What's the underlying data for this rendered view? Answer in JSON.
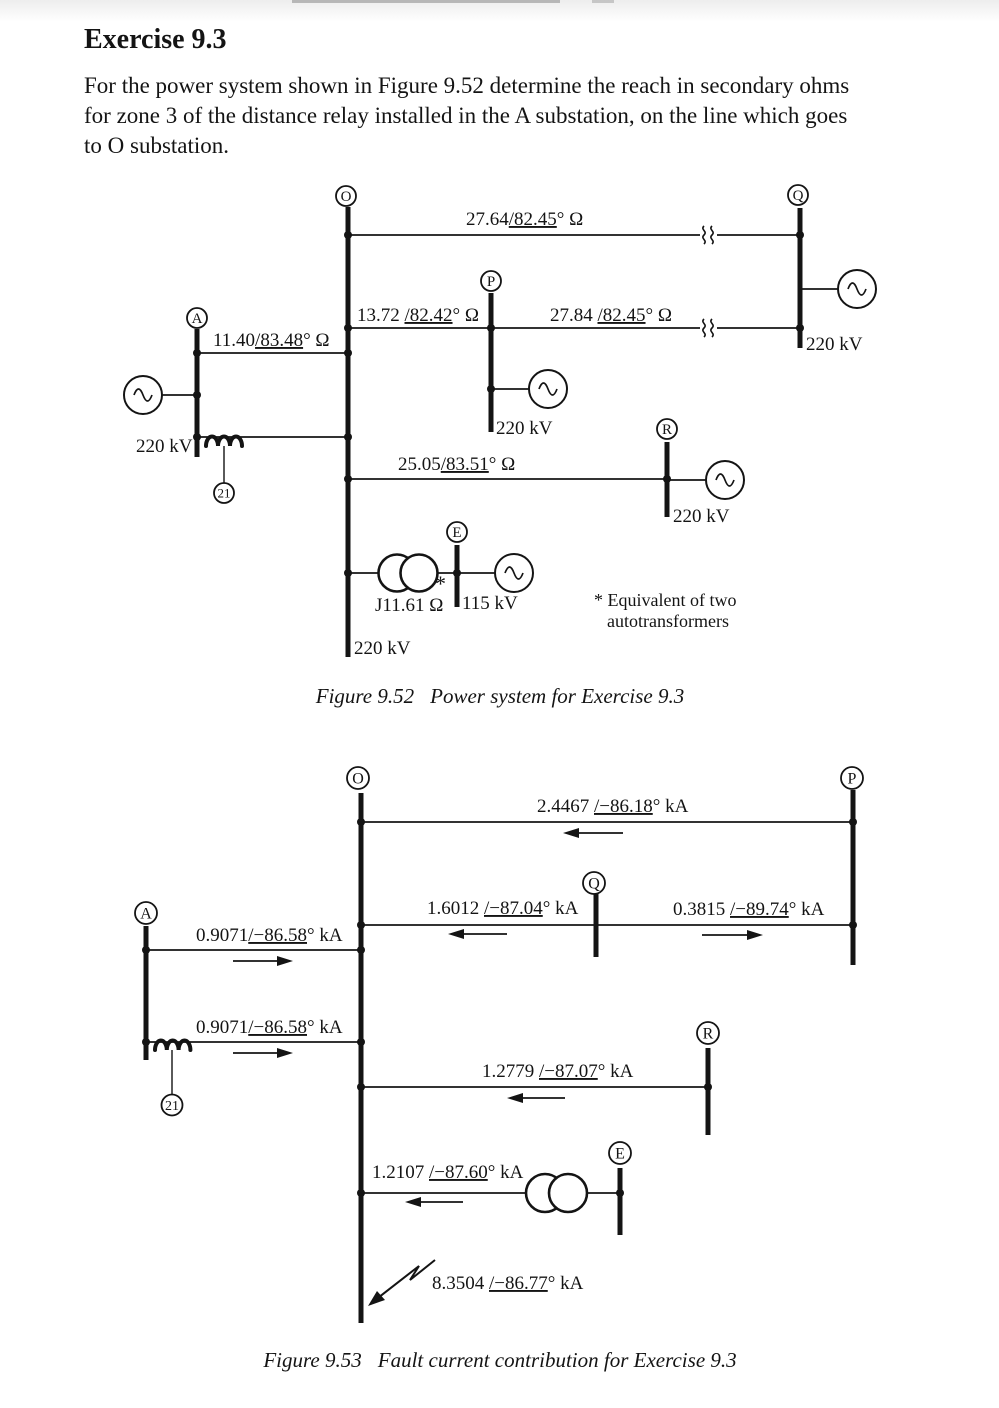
{
  "page": {
    "title": "Exercise 9.3",
    "body_lines": [
      "For the power system shown in Figure 9.52 determine the reach in secondary ohms",
      "for zone 3 of the distance relay installed in the A substation, on the line which goes",
      "to O substation."
    ]
  },
  "fig952": {
    "caption_label": "Figure 9.52",
    "caption_text": "Power system for Exercise 9.3",
    "buses": {
      "o": "O",
      "q": "Q",
      "p": "P",
      "a": "A",
      "r": "R",
      "e": "E"
    },
    "relay": "21",
    "impedances": {
      "oq": {
        "v": "27.64",
        "a": "/82.45",
        "u": "° Ω"
      },
      "op": {
        "v": "13.72 ",
        "a": "/82.42",
        "u": "° Ω"
      },
      "pq": {
        "v": "27.84 ",
        "a": "/82.45",
        "u": "° Ω"
      },
      "ao": {
        "v": "11.40",
        "a": "/83.48",
        "u": "° Ω"
      },
      "or": {
        "v": "25.05",
        "a": "/83.51",
        "u": "° Ω"
      }
    },
    "transformer_impedance": "J11.61 Ω",
    "asterisk": "*",
    "kv_220": "220 kV",
    "kv_115": "115 kV",
    "note_line1": "* Equivalent of two",
    "note_line2": "autotransformers"
  },
  "fig953": {
    "caption_label": "Figure 9.53",
    "caption_text": "Fault current contribution for Exercise 9.3",
    "buses": {
      "o": "O",
      "p": "P",
      "q": "Q",
      "a": "A",
      "r": "R",
      "e": "E"
    },
    "relay": "21",
    "currents": {
      "po": {
        "v": "2.4467 ",
        "a": "/−86.18",
        "u": "° kA"
      },
      "qo": {
        "v": "1.6012 ",
        "a": "/−87.04",
        "u": "° kA"
      },
      "pq": {
        "v": "0.3815 ",
        "a": "/−89.74",
        "u": "° kA"
      },
      "ao_top": {
        "v": "0.9071",
        "a": "/−86.58",
        "u": "° kA"
      },
      "ao_bot": {
        "v": "0.9071",
        "a": "/−86.58",
        "u": "° kA"
      },
      "ro": {
        "v": "1.2779 ",
        "a": "/−87.07",
        "u": "° kA"
      },
      "eo": {
        "v": "1.2107 ",
        "a": "/−87.60",
        "u": "° kA"
      },
      "fault": {
        "v": "8.3504 ",
        "a": "/−86.77",
        "u": "° kA"
      }
    }
  }
}
